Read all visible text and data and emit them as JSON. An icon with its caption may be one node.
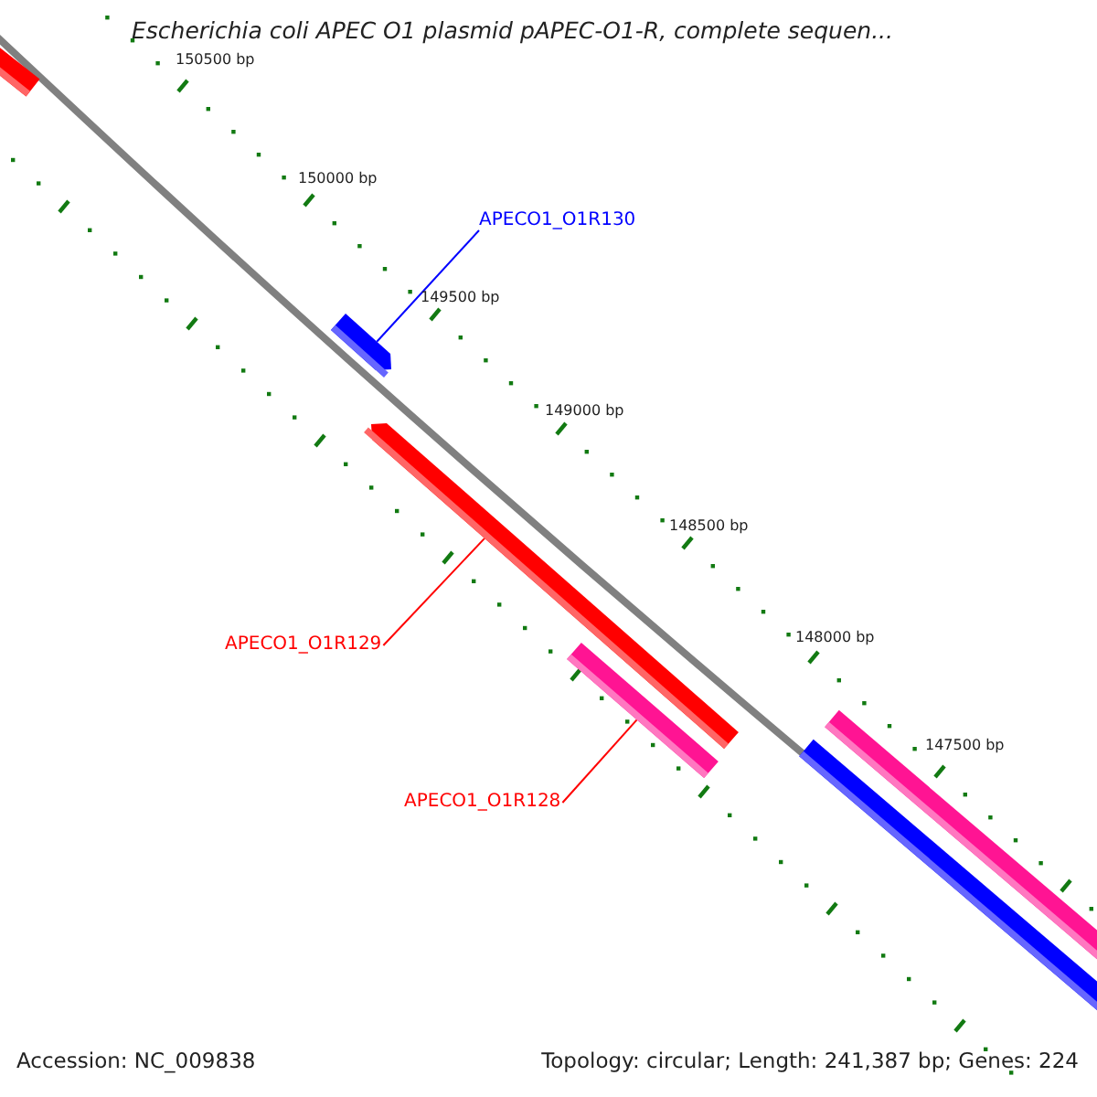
{
  "diagram": {
    "title": "Escherichia coli APEC O1 plasmid pAPEC-O1-R, complete sequen...",
    "nodes": [
      {
        "text": [
          "APECO1_O1R130"
        ]
      },
      {
        "text": [],
        "shape": "bar"
      },
      {
        "text": [
          "APECO1_O1R129"
        ]
      },
      {
        "text": [],
        "shape": "bar"
      },
      {
        "text": [
          "APECO1_O1R128"
        ]
      },
      {
        "text": [],
        "shape": "bar"
      }
    ],
    "edges": [
      {
        "from": 0,
        "to": 1,
        "arrow": "none",
        "color": "#0000ff"
      },
      {
        "from": 2,
        "to": 3,
        "arrow": "none"
      },
      {
        "from": 4,
        "to": 5,
        "arrow": "none"
      }
    ],
    "labels": [
      "150500 bp",
      "150000 bp",
      "149500 bp",
      "149000 bp",
      "148500 bp",
      "148000 bp",
      "147500 bp",
      "Accession: NC_009838",
      "Topology: circular; Length: 241,387 bp; Genes: 224"
    ]
  }
}
